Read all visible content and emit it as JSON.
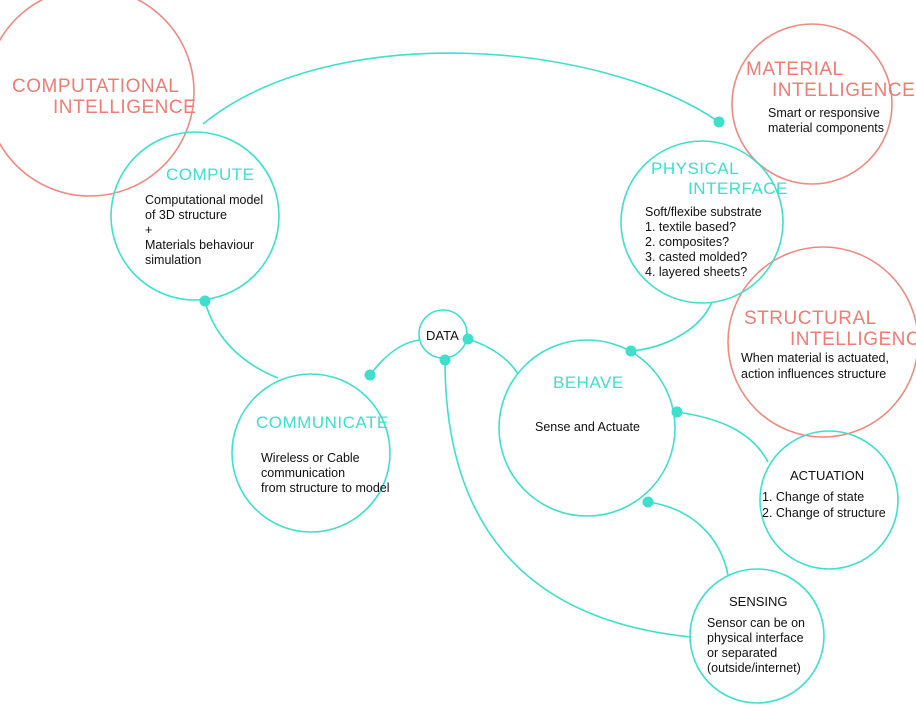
{
  "colors": {
    "teal": "#3ee0cc",
    "red": "#f07c72",
    "text": "#111111"
  },
  "computational_intelligence": {
    "line1": "COMPUTATIONAL",
    "line2": "INTELLIGENCE"
  },
  "material_intelligence": {
    "line1": "MATERIAL",
    "line2": "INTELLIGENCE",
    "desc1": "Smart or responsive",
    "desc2": "material components"
  },
  "structural_intelligence": {
    "line1": "STRUCTURAL",
    "line2": "INTELLIGENCE",
    "desc1": "When material is actuated,",
    "desc2": "action influences structure"
  },
  "compute": {
    "title": "COMPUTE",
    "lines": [
      "Computational model",
      "of 3D structure",
      "+",
      "Materials behaviour",
      "simulation"
    ]
  },
  "physical_interface": {
    "line1": "PHYSICAL",
    "line2": "INTERFACE",
    "lines": [
      "Soft/flexibe substrate",
      "1. textile based?",
      "2. composites?",
      "3. casted molded?",
      "4. layered sheets?"
    ]
  },
  "data": {
    "label": "DATA"
  },
  "communicate": {
    "title": "COMMUNICATE",
    "lines": [
      "Wireless or Cable",
      "communication",
      "from structure to model"
    ]
  },
  "behave": {
    "title": "BEHAVE",
    "desc": "Sense and Actuate"
  },
  "actuation": {
    "title": "ACTUATION",
    "lines": [
      "1. Change of state",
      "2. Change of structure"
    ]
  },
  "sensing": {
    "title": "SENSING",
    "lines": [
      "Sensor can be on",
      "physical interface",
      "or separated",
      "(outside/internet)"
    ]
  }
}
